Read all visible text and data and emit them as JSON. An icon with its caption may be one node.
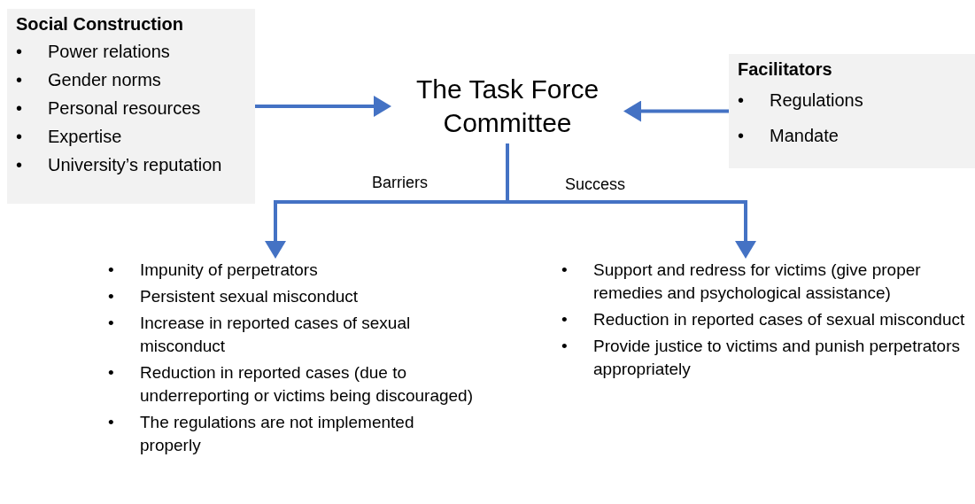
{
  "diagram": {
    "nodes": [
      {
        "text": [
          "Social Construction",
          "•",
          "Power relations",
          "•",
          "Gender norms",
          "•",
          "Personal resources",
          "•",
          "Expertise",
          "•",
          "University’s reputation"
        ]
      },
      {
        "text": [
          "The Task Force Committee"
        ]
      },
      {
        "text": [
          "Facilitators",
          "•",
          "Regulations",
          "•",
          "Mandate"
        ]
      },
      {
        "text": [
          "•",
          "Impunity of perpetrators",
          "•",
          "Persistent sexual misconduct",
          "•",
          "Increase in reported cases of sexual misconduct",
          "•",
          "Reduction in reported cases (due to underreporting or victims being discouraged)",
          "•",
          "The regulations are not implemented properly"
        ]
      },
      {
        "text": [
          "•",
          "Support and redress for victims (give proper remedies and psychological assistance)",
          "•",
          "Reduction in reported cases of sexual misconduct",
          "•",
          "Provide justice to victims and punish perpetrators appropriately"
        ]
      }
    ],
    "edges": [
      {
        "from": 0,
        "to": 1,
        "arrow": "to"
      },
      {
        "from": 2,
        "to": 1,
        "arrow": "to"
      },
      {
        "from": 1,
        "to": 3,
        "arrow": "to",
        "label": "Barriers"
      },
      {
        "from": 1,
        "to": 4,
        "arrow": "to",
        "label": "Success"
      }
    ]
  }
}
